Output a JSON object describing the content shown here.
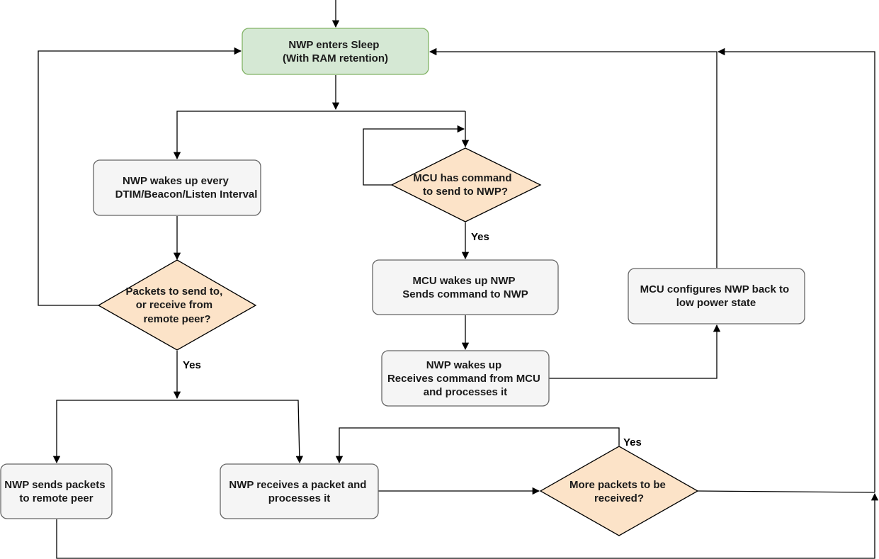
{
  "colors": {
    "process_fill": "#f5f5f5",
    "process_stroke": "#666666",
    "start_fill": "#d5e8d4",
    "start_stroke": "#82b366",
    "decision_fill": "#fce3c8",
    "decision_stroke": "#000000",
    "edge": "#000000"
  },
  "nodes": {
    "sleep": {
      "lines": [
        "NWP enters Sleep",
        "(With RAM retention)"
      ]
    },
    "wake_interval": {
      "lines": [
        "NWP wakes up every",
        "DTIM/Beacon/Listen Interval"
      ]
    },
    "mcu_command": {
      "lines": [
        "MCU has command",
        "to send to NWP?"
      ]
    },
    "packets_decision": {
      "lines": [
        "Packets to send to,",
        "or receive from",
        "remote peer?"
      ]
    },
    "mcu_wakes_nwp": {
      "lines": [
        "MCU wakes up NWP",
        "Sends command to NWP"
      ]
    },
    "nwp_processes": {
      "lines": [
        "NWP wakes up",
        "Receives command from MCU",
        "and processes it"
      ]
    },
    "mcu_configures": {
      "lines": [
        "MCU configures NWP back to",
        "low power state"
      ]
    },
    "nwp_sends": {
      "lines": [
        "NWP sends packets",
        "to remote peer"
      ]
    },
    "nwp_receives": {
      "lines": [
        "NWP receives a packet and",
        "processes it"
      ]
    },
    "more_packets": {
      "lines": [
        "More packets to be",
        "received?"
      ]
    }
  },
  "edge_labels": {
    "mcu_yes": "Yes",
    "packets_yes": "Yes",
    "more_yes": "Yes"
  }
}
